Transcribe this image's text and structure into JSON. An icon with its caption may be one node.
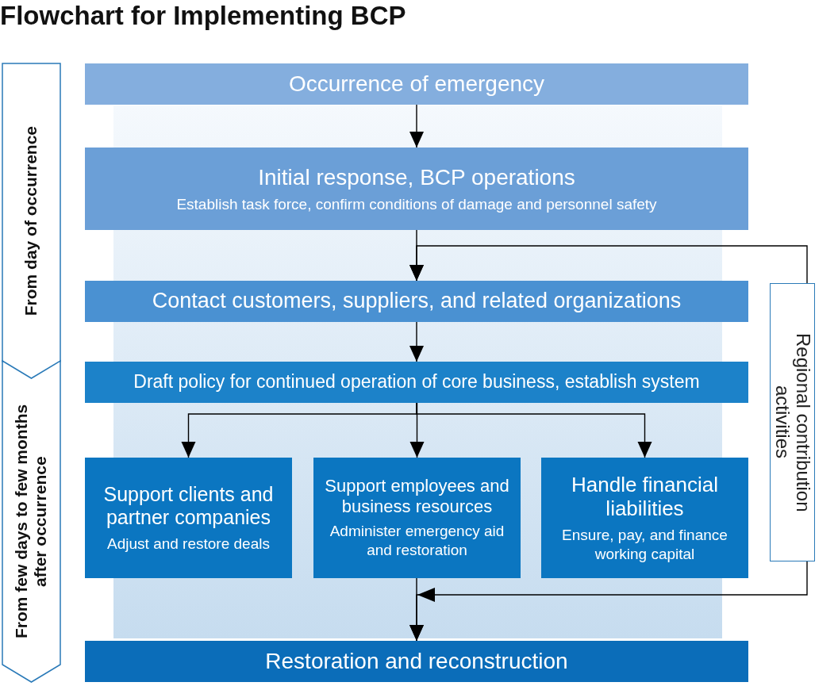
{
  "diagram": {
    "title": "Flowchart for Implementing BCP",
    "nodes": [
      {
        "text": [
          "From day of occurrence"
        ]
      },
      {
        "text": [
          "From few days to few months after occurrence"
        ]
      },
      {
        "text": [
          "Occurrence of emergency"
        ]
      },
      {
        "text": [
          "Initial response, BCP operations",
          "Establish task force, confirm conditions of damage and personnel safety"
        ]
      },
      {
        "text": [
          "Contact customers, suppliers, and related organizations"
        ]
      },
      {
        "text": [
          "Draft policy for continued operation of core business, establish system"
        ]
      },
      {
        "text": [
          "Support clients and partner companies",
          "Adjust and restore deals"
        ]
      },
      {
        "text": [
          "Support employees and business resources",
          "Administer emergency aid and restoration"
        ]
      },
      {
        "text": [
          "Handle financial liabilities",
          "Ensure, pay, and finance working capital"
        ]
      },
      {
        "text": [
          "Restoration and reconstruction"
        ]
      },
      {
        "text": [
          "Regional contribution activities"
        ]
      }
    ],
    "edges": [
      {
        "from": 2,
        "to": 3,
        "arrow": "to"
      },
      {
        "from": 3,
        "to": 4,
        "arrow": "to"
      },
      {
        "from": 4,
        "to": 5,
        "arrow": "to"
      },
      {
        "from": 5,
        "to": 6,
        "arrow": "to"
      },
      {
        "from": 5,
        "to": 7,
        "arrow": "to"
      },
      {
        "from": 5,
        "to": 8,
        "arrow": "to"
      },
      {
        "from": 7,
        "to": 9,
        "arrow": "to"
      },
      {
        "from": 10,
        "to": 4,
        "arrow": "to"
      },
      {
        "from": 10,
        "to": 9,
        "arrow": "to"
      }
    ]
  }
}
